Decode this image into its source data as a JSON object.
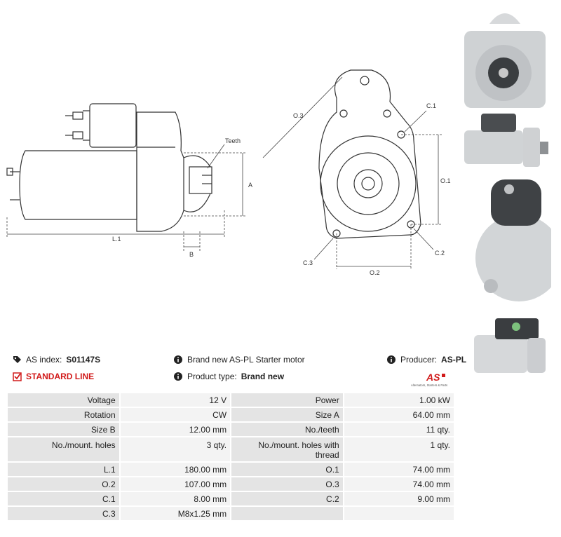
{
  "labels": {
    "teeth": "Teeth",
    "a": "A",
    "b": "B",
    "l1": "L.1",
    "o1": "O.1",
    "o2": "O.2",
    "o3": "O.3",
    "c1": "C.1",
    "c2": "C.2",
    "c3": "C.3"
  },
  "info": {
    "as_index_label": "AS index:",
    "as_index_value": "S01147S",
    "description": "Brand new AS-PL Starter motor",
    "producer_label": "Producer:",
    "producer_value": "AS-PL",
    "line": "STANDARD LINE",
    "product_type_label": "Product type:",
    "product_type_value": "Brand new"
  },
  "logo": {
    "text": "AS",
    "tagline": "Alternators, Starters & Parts",
    "color": "#d11a1a"
  },
  "specs": [
    [
      "Voltage",
      "12 V",
      "Power",
      "1.00 kW"
    ],
    [
      "Rotation",
      "CW",
      "Size A",
      "64.00 mm"
    ],
    [
      "Size B",
      "12.00 mm",
      "No./teeth",
      "11 qty."
    ],
    [
      "No./mount. holes",
      "3 qty.",
      "No./mount. holes with thread",
      "1 qty."
    ],
    [
      "L.1",
      "180.00 mm",
      "O.1",
      "74.00 mm"
    ],
    [
      "O.2",
      "107.00 mm",
      "O.3",
      "74.00 mm"
    ],
    [
      "C.1",
      "8.00 mm",
      "C.2",
      "9.00 mm"
    ],
    [
      "C.3",
      "M8x1.25 mm",
      "",
      ""
    ]
  ]
}
